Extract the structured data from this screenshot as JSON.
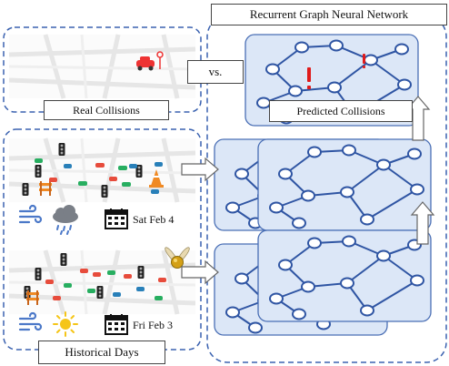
{
  "title": "Recurrent Graph Neural Network",
  "real_label": "Real Collisions",
  "vs_label": "vs.",
  "predicted_label": "Predicted Collisions",
  "historical_label": "Historical Days",
  "day1_date": "Sat Feb 4",
  "day2_date": "Fri Feb 3",
  "colors": {
    "dash_border": "#3b62b0",
    "graph_fill": "#dce7f7",
    "graph_stroke": "#4a6fb5",
    "node_stroke": "#2f55a3",
    "road": "#e8e8e8",
    "collision_mark": "#e01b1b"
  },
  "icons": {
    "wind": "wind-icon",
    "rain": "rain-cloud-icon",
    "sun": "sun-icon",
    "calendar": "calendar-icon",
    "traffic_light": "traffic-light-icon",
    "car": "car-icon",
    "cone": "traffic-cone-icon",
    "barrier": "road-barrier-icon",
    "snitch": "golden-snitch-icon"
  }
}
